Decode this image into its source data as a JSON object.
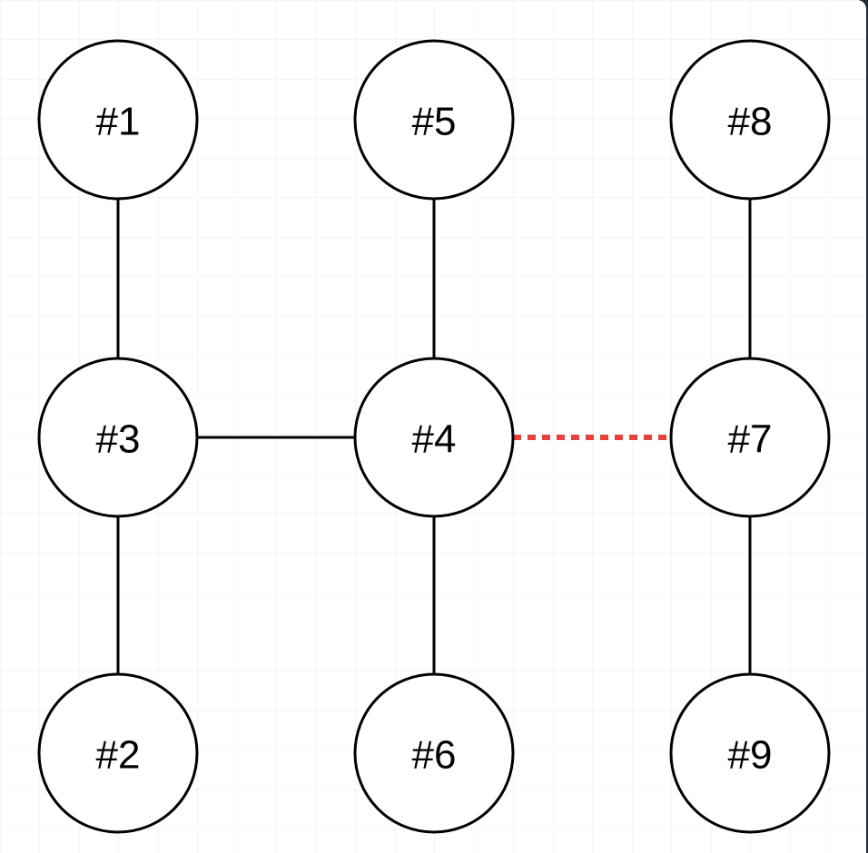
{
  "diagram": {
    "nodes": [
      {
        "id": "n1",
        "label": "#1"
      },
      {
        "id": "n5",
        "label": "#5"
      },
      {
        "id": "n8",
        "label": "#8"
      },
      {
        "id": "n3",
        "label": "#3"
      },
      {
        "id": "n4",
        "label": "#4"
      },
      {
        "id": "n7",
        "label": "#7"
      },
      {
        "id": "n2",
        "label": "#2"
      },
      {
        "id": "n6",
        "label": "#6"
      },
      {
        "id": "n9",
        "label": "#9"
      }
    ],
    "edges": [
      {
        "from": "#1",
        "to": "#3",
        "style": "solid"
      },
      {
        "from": "#3",
        "to": "#2",
        "style": "solid"
      },
      {
        "from": "#3",
        "to": "#4",
        "style": "solid"
      },
      {
        "from": "#5",
        "to": "#4",
        "style": "solid"
      },
      {
        "from": "#4",
        "to": "#6",
        "style": "solid"
      },
      {
        "from": "#4",
        "to": "#7",
        "style": "dashed"
      },
      {
        "from": "#8",
        "to": "#7",
        "style": "solid"
      },
      {
        "from": "#7",
        "to": "#9",
        "style": "solid"
      }
    ],
    "colors": {
      "background": "#ffffff",
      "grid": "#ececec",
      "node_stroke": "#000000",
      "edge": "#000000",
      "highlight_edge": "#e8413c"
    }
  }
}
